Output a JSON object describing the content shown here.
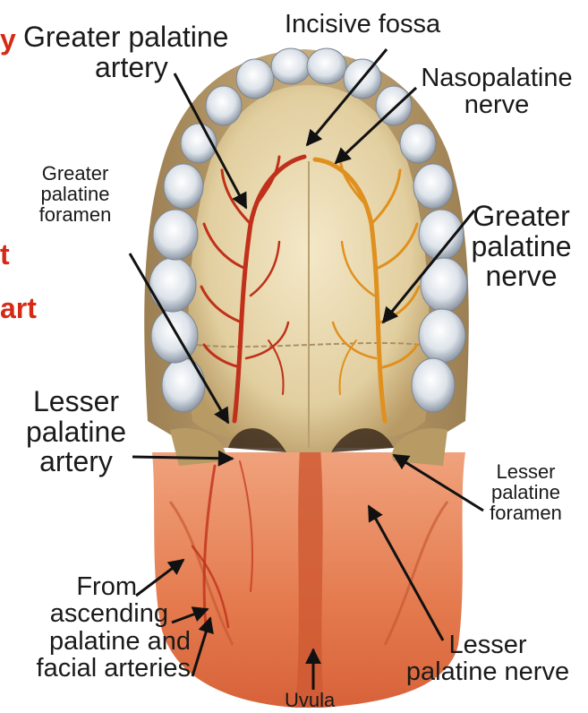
{
  "labels": {
    "greater_palatine_artery": [
      "Greater palatine",
      "artery"
    ],
    "incisive_fossa": "Incisive fossa",
    "nasopalatine_nerve": [
      "Nasopalatine",
      "nerve"
    ],
    "greater_palatine_foramen": [
      "Greater",
      "palatine",
      "foramen"
    ],
    "greater_palatine_nerve": [
      "Greater",
      "palatine",
      "nerve"
    ],
    "lesser_palatine_artery": [
      "Lesser",
      "palatine",
      "artery"
    ],
    "lesser_palatine_foramen": [
      "Lesser",
      "palatine",
      "foramen"
    ],
    "ascending_palatine": [
      "From",
      "ascending",
      "palatine and",
      "facial arteries"
    ],
    "uvula": "Uvula",
    "lesser_palatine_nerve": [
      "Lesser",
      "palatine nerve"
    ]
  },
  "cropped_edge_text": [
    "y",
    "t",
    "art"
  ],
  "colors": {
    "artery": "#c0301a",
    "nerve": "#e0901e",
    "bone": "#ecdcb4",
    "soft_palate": "#e9875e",
    "teeth": "#dfe4ea",
    "edge_text": "#d62a16"
  }
}
